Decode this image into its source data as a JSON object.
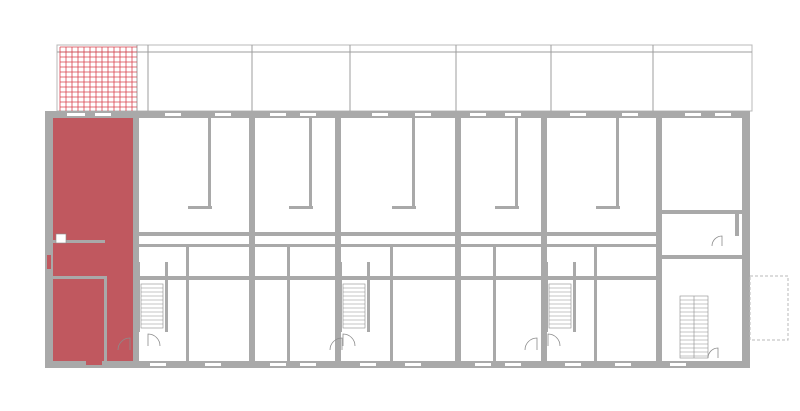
{
  "drawing": {
    "kind": "floor-plan",
    "colors": {
      "background": "#ffffff",
      "walls": "#a9a9a9",
      "highlight_unit": "#c0585f",
      "highlight_grid": "#d9404d",
      "line": "#b8b8b8"
    },
    "highlighted_unit": 1,
    "unit_count": 7,
    "stair_count": 3
  }
}
